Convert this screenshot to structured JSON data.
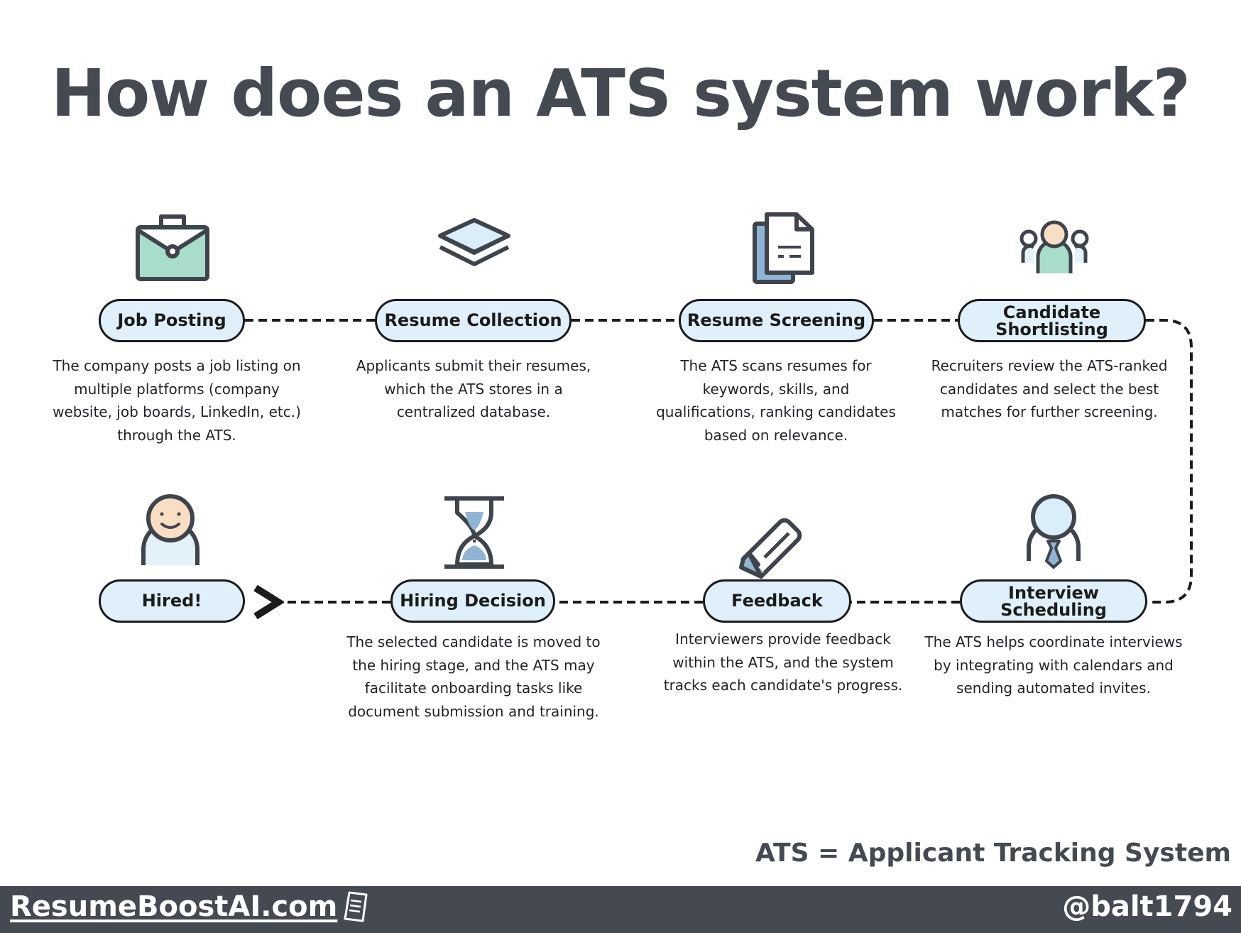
{
  "title": "How does an ATS system work?",
  "steps": [
    {
      "id": "job-posting",
      "label": "Job Posting",
      "icon": "briefcase-icon",
      "description": "The company posts a job listing on multiple platforms (company website, job boards, LinkedIn, etc.) through the ATS."
    },
    {
      "id": "resume-collection",
      "label": "Resume Collection",
      "icon": "layers-icon",
      "description": "Applicants submit their resumes, which the ATS stores in a centralized database."
    },
    {
      "id": "resume-screening",
      "label": "Resume Screening",
      "icon": "documents-icon",
      "description": "The ATS scans resumes for keywords, skills, and qualifications, ranking candidates based on relevance."
    },
    {
      "id": "candidate-shortlisting",
      "label": "Candidate\nShortlisting",
      "icon": "group-icon",
      "description": "Recruiters review the ATS-ranked candidates and select the best matches for further screening."
    },
    {
      "id": "interview-scheduling",
      "label": "Interview\nScheduling",
      "icon": "interviewer-icon",
      "description": "The ATS helps coordinate interviews by integrating with calendars and sending automated invites."
    },
    {
      "id": "feedback",
      "label": "Feedback",
      "icon": "pencil-icon",
      "description": "Interviewers provide feedback within the ATS, and the system tracks each candidate's progress."
    },
    {
      "id": "hiring-decision",
      "label": "Hiring Decision",
      "icon": "hourglass-icon",
      "description": "The selected candidate is moved to the hiring stage, and the ATS may facilitate onboarding tasks like document submission and training."
    },
    {
      "id": "hired",
      "label": "Hired!",
      "icon": "smiling-person-icon",
      "description": ""
    }
  ],
  "footnote": "ATS = Applicant Tracking System",
  "footer": {
    "site": "ResumeBoostAI.com",
    "site_icon": "document-icon",
    "handle": "@balt1794"
  },
  "colors": {
    "text_dark": "#454a52",
    "pill_fill": "#dff0fa",
    "icon_outline": "#3f444c",
    "mint": "#a8dccb",
    "light_blue": "#d9eef8",
    "mid_blue": "#8fb5d6",
    "skin": "#f8dfc4",
    "footer_bg": "#454a52"
  }
}
